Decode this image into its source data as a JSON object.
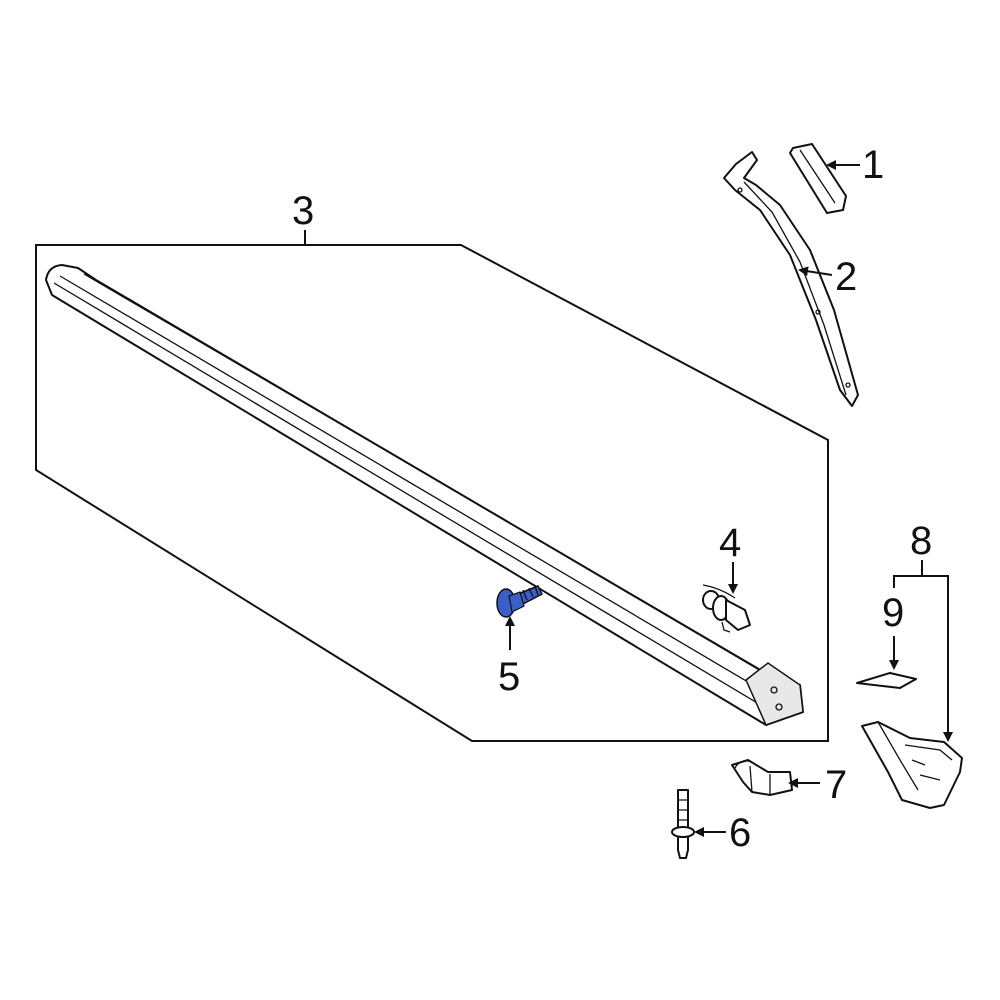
{
  "diagram": {
    "callouts": [
      {
        "id": "1",
        "label": "1"
      },
      {
        "id": "2",
        "label": "2"
      },
      {
        "id": "3",
        "label": "3"
      },
      {
        "id": "4",
        "label": "4"
      },
      {
        "id": "5",
        "label": "5"
      },
      {
        "id": "6",
        "label": "6"
      },
      {
        "id": "7",
        "label": "7"
      },
      {
        "id": "8",
        "label": "8"
      },
      {
        "id": "9",
        "label": "9"
      }
    ],
    "colors": {
      "line": "#111111",
      "highlight": "#3b5fc9",
      "background": "#ffffff"
    },
    "highlighted_part": "5"
  }
}
